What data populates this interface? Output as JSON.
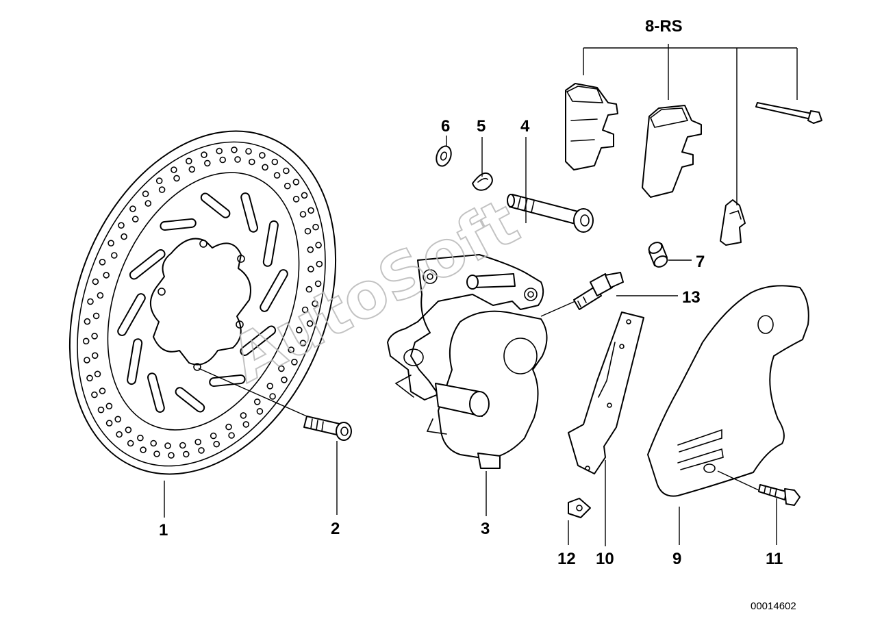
{
  "diagram": {
    "labels": {
      "p1": "1",
      "p2": "2",
      "p3": "3",
      "p4": "4",
      "p5": "5",
      "p6": "6",
      "p7": "7",
      "p8": "8-RS",
      "p9": "9",
      "p10": "10",
      "p11": "11",
      "p12": "12",
      "p13": "13"
    },
    "drawing_number": "00014602",
    "watermark": "AutoSoft"
  }
}
